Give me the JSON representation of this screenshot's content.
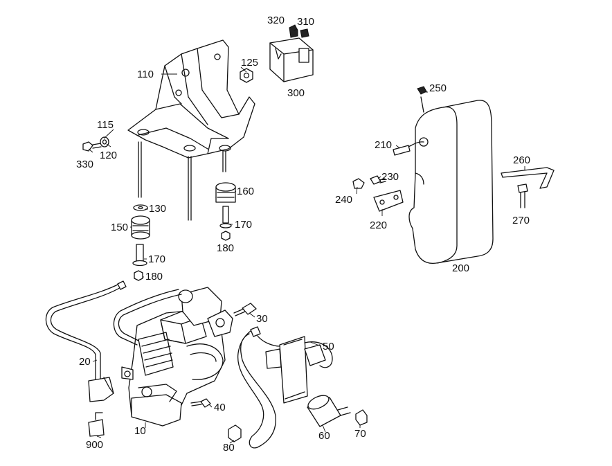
{
  "labels": {
    "l320": "320",
    "l310": "310",
    "l125": "125",
    "l110": "110",
    "l300": "300",
    "l115": "115",
    "l330": "330",
    "l120": "120",
    "l250": "250",
    "l210": "210",
    "l230": "230",
    "l240": "240",
    "l220": "220",
    "l260": "260",
    "l270": "270",
    "l160": "160",
    "l130": "130",
    "l150": "150",
    "l170a": "170",
    "l180a": "180",
    "l170b": "170",
    "l180b": "180",
    "l200": "200",
    "l30": "30",
    "l20": "20",
    "l50": "50",
    "l40": "40",
    "l900": "900",
    "l10": "10",
    "l80": "80",
    "l60": "60",
    "l70": "70"
  }
}
